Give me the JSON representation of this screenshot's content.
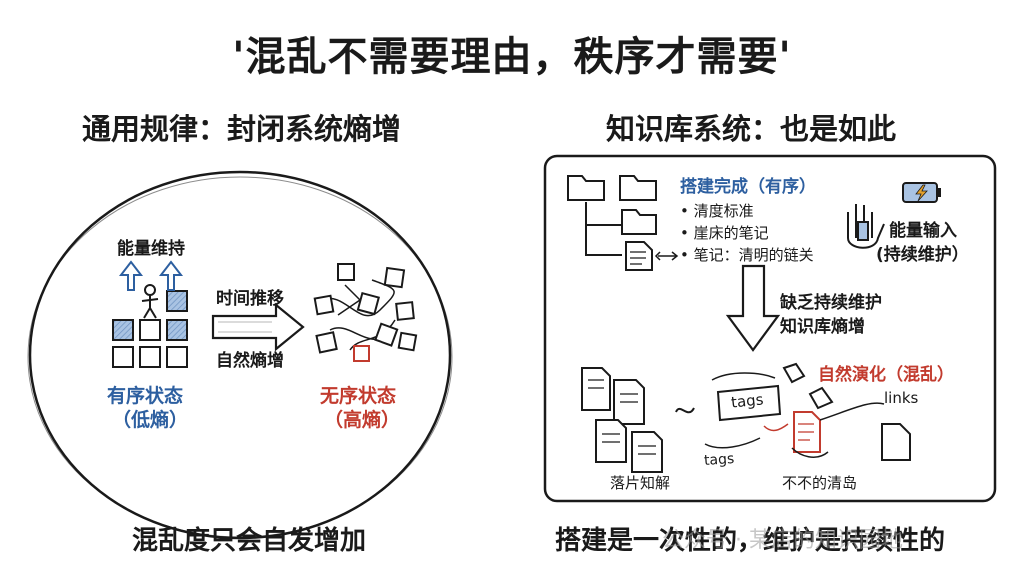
{
  "title": "'混乱不需要理由，秩序才需要'",
  "left": {
    "heading": "通用规律：封闭系统熵增",
    "energy_label": "能量维持",
    "time_label": "时间推移",
    "natural_label": "自然熵增",
    "ordered_line1": "有序状态",
    "ordered_line2": "（低熵）",
    "disordered_line1": "无序状态",
    "disordered_line2": "（高熵）",
    "caption": "混乱度只会自发增加"
  },
  "right": {
    "heading": "知识库系统：也是如此",
    "built_label": "搭建完成（有序）",
    "bullets": [
      "• 清度标准",
      "• 崖床的笔记",
      "• 笔记：清明的链关"
    ],
    "energy_input_line1": "能量输入",
    "energy_input_line2": "(持续维护）",
    "lack_line1": "缺乏持续维护",
    "lack_line2": "知识库熵增",
    "evolve_label": "自然演化（混乱）",
    "tags_a": "tags",
    "tags_b": "tags",
    "links": "links",
    "frag_label": "落片知解",
    "island_label": "不不的清岛",
    "caption": "搭建是一次性的，维护是持续性的"
  },
  "watermark": "公众号 · 某店的知识园地",
  "colors": {
    "blue": "#2d5fa0",
    "red": "#c23b2e",
    "ink": "#1a1a1a",
    "fill_blue": "#a9c3e3"
  }
}
